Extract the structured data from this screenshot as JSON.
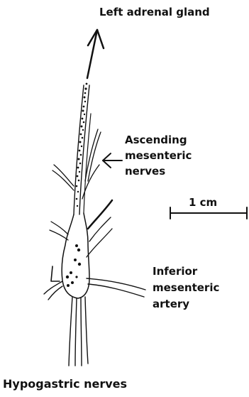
{
  "figure": {
    "top_label": "Left adrenal gland",
    "ascending_label": [
      "Ascending",
      "mesenteric",
      "nerves"
    ],
    "scale_label": "1 cm",
    "artery_label": [
      "Inferior",
      "mesenteric",
      "artery"
    ],
    "bottom_label": "Hypogastric nerves"
  },
  "colors": {
    "ink": "#111111",
    "background": "#ffffff"
  }
}
